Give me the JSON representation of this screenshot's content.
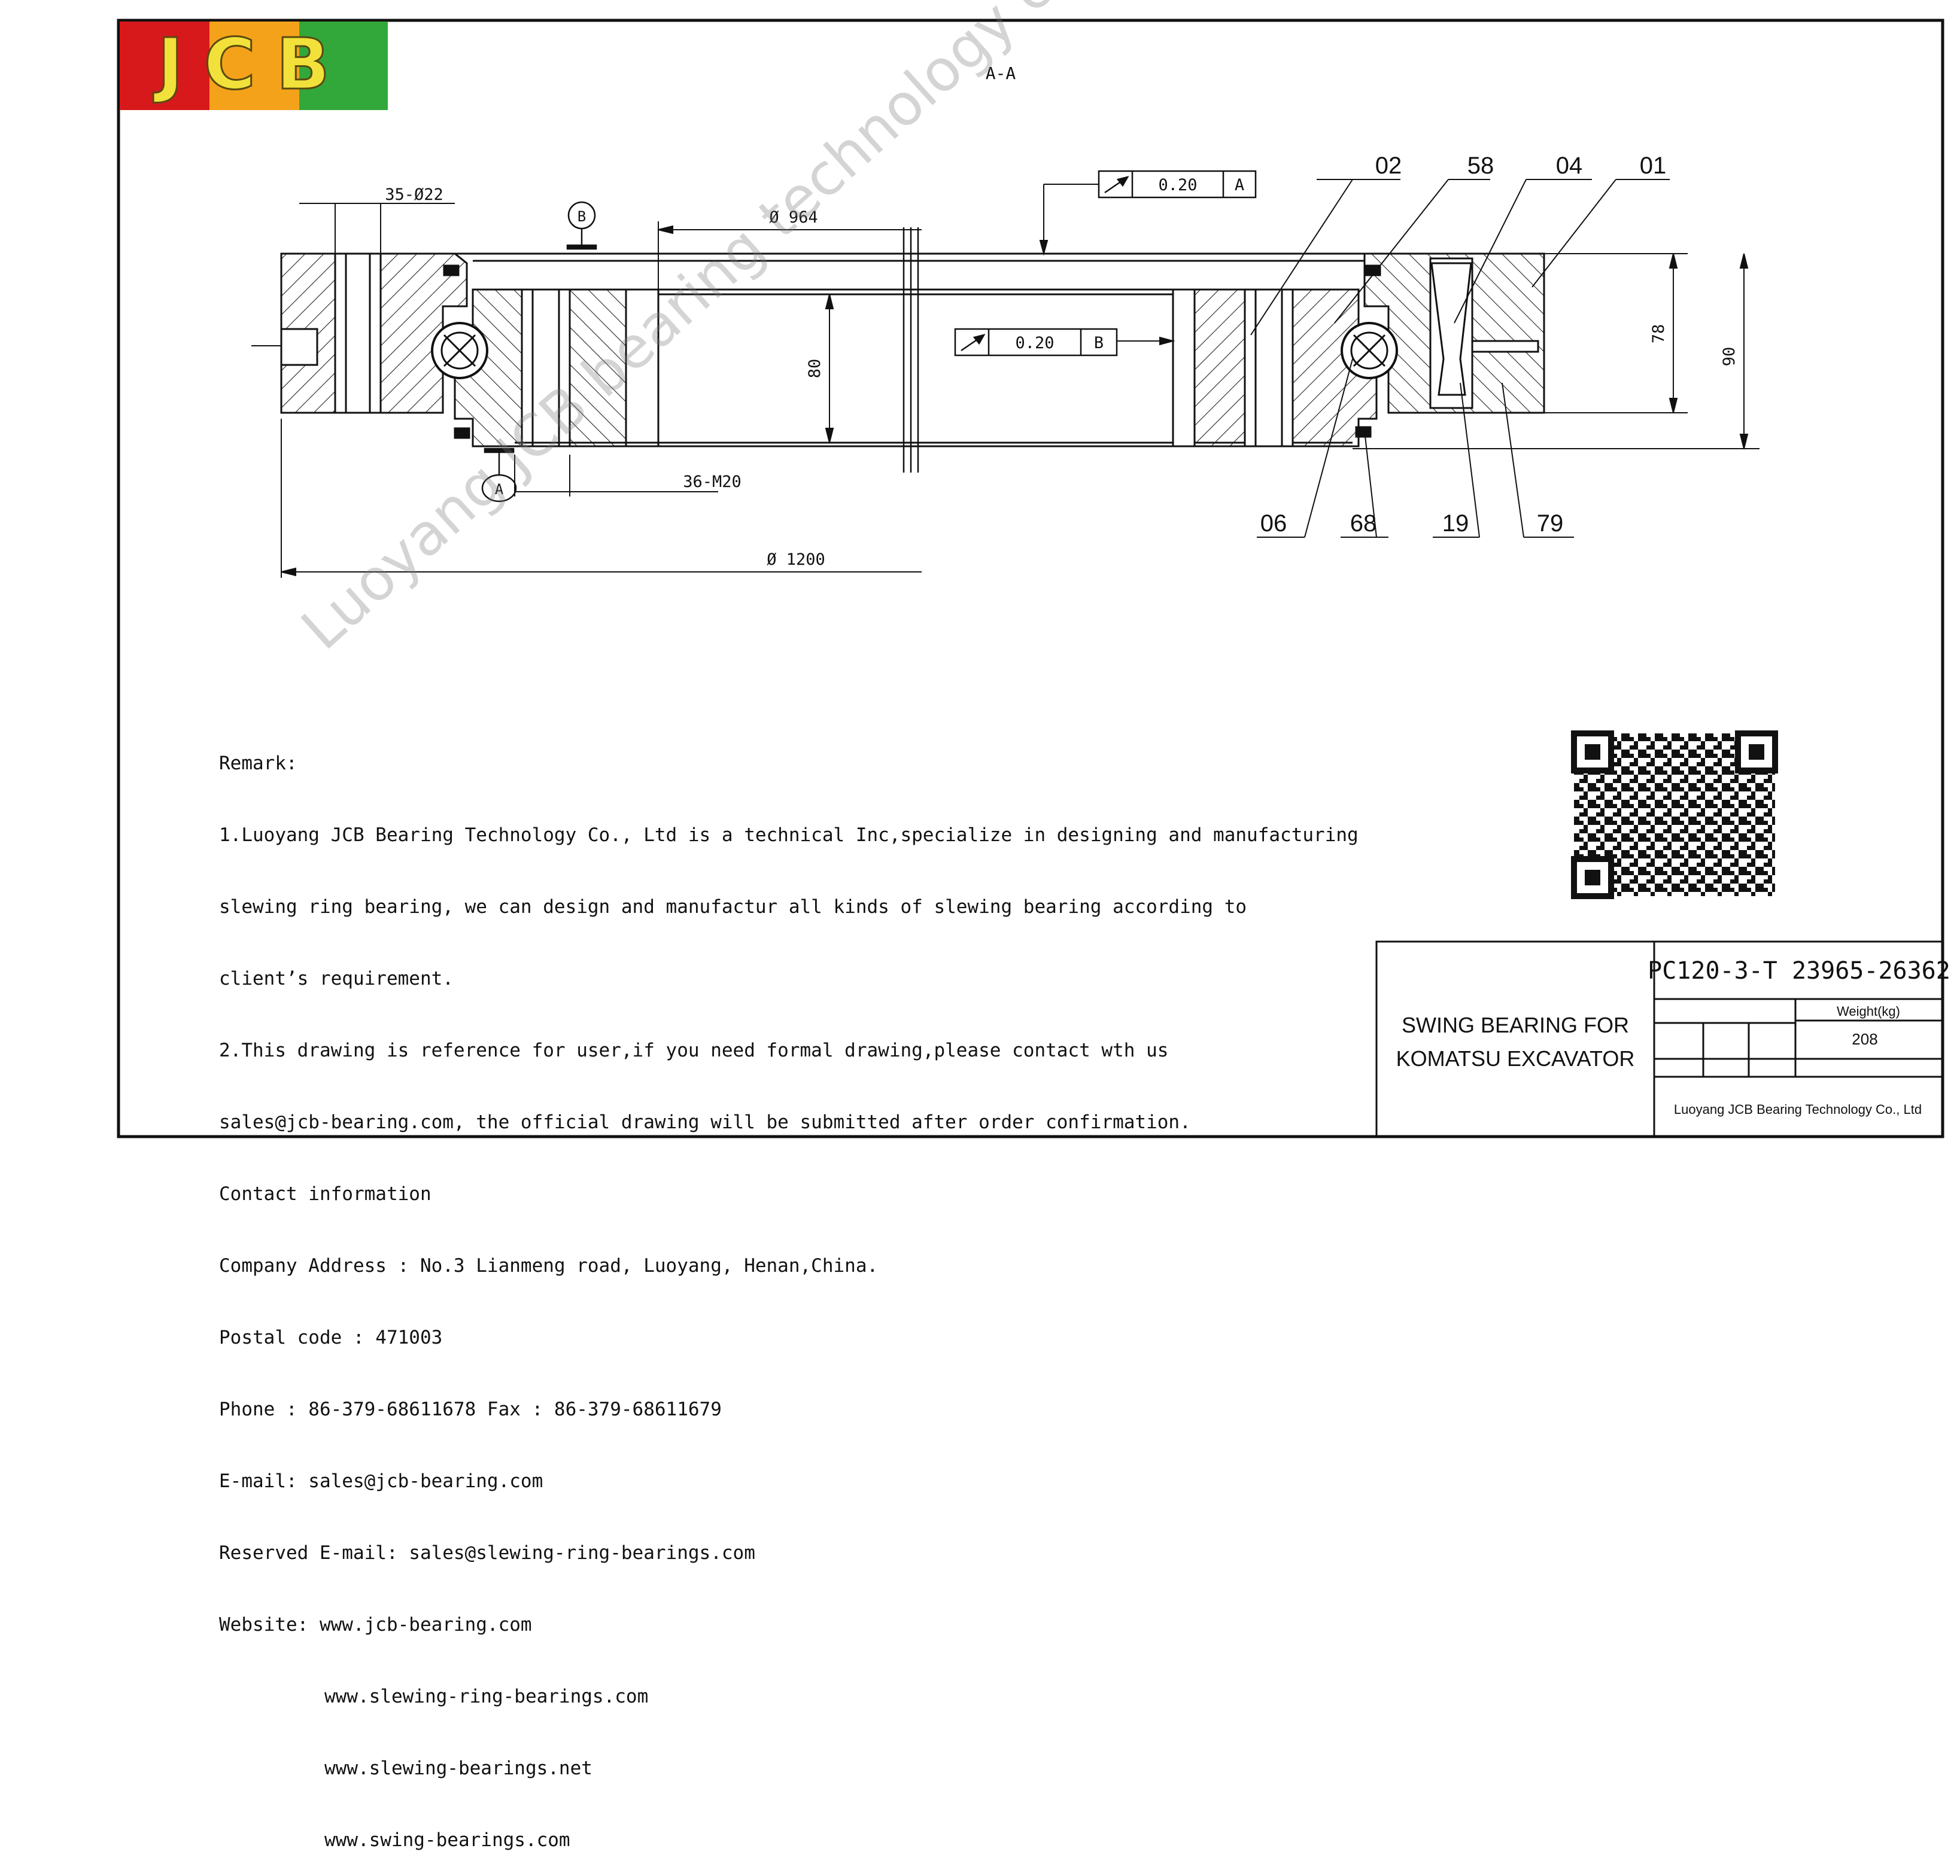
{
  "logo": {
    "text": "JCB",
    "colors": [
      "#d7191c",
      "#f5a21b",
      "#32a83a"
    ],
    "letter_color": "#f2e13a"
  },
  "view": {
    "section_label": "A-A"
  },
  "dimensions": {
    "bolt_holes": "35-Ø22",
    "inner_dia": "Ø 964",
    "outer_dia": "Ø 1200",
    "tapped_holes": "36-M20",
    "height_inner": "80",
    "height_78": "78",
    "height_90": "90"
  },
  "tolerances": [
    {
      "value": "0.20",
      "datum": "A"
    },
    {
      "value": "0.20",
      "datum": "B"
    }
  ],
  "datums": {
    "a": "A",
    "b": "B"
  },
  "part_numbers": {
    "p02": "02",
    "p58": "58",
    "p04": "04",
    "p01": "01",
    "p06": "06",
    "p68": "68",
    "p19": "19",
    "p79": "79"
  },
  "watermark": "Luoyang JCB bearing technology company limited",
  "remarks": {
    "lines": [
      "Remark:",
      "1.Luoyang JCB Bearing Technology Co., Ltd is a technical Inc,specialize in designing and manufacturing",
      "slewing ring bearing, we can design and manufactur all kinds of slewing bearing according to",
      "client’s requirement.",
      "2.This drawing is reference for user,if you need formal drawing,please contact wth us",
      "sales@jcb-bearing.com, the official drawing will be submitted after order confirmation.",
      "Contact information",
      "Company Address : No.3 Lianmeng road, Luoyang, Henan,China.",
      "Postal code : 471003",
      "Phone : 86-379-68611678 Fax : 86-379-68611679",
      "E-mail: sales@jcb-bearing.com",
      "Reserved E-mail: sales@slewing-ring-bearings.com",
      "Website: www.jcb-bearing.com"
    ],
    "websites": [
      "www.slewing-ring-bearings.com",
      "www.slewing-bearings.net",
      "www.swing-bearings.com"
    ]
  },
  "title_block": {
    "description_line1": "SWING BEARING FOR",
    "description_line2": "KOMATSU EXCAVATOR",
    "model": "PC120-3-T 23965-26362",
    "weight_label": "Weight(kg)",
    "weight_value": "208",
    "company": "Luoyang JCB Bearing Technology Co., Ltd"
  }
}
